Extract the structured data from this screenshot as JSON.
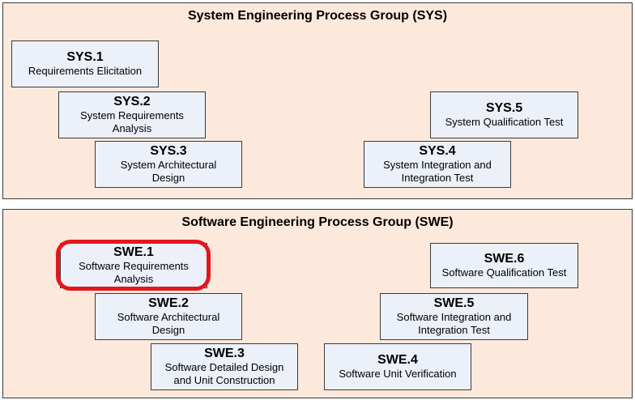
{
  "colors": {
    "group_fill": "#fce9dc",
    "process_fill": "#ebf0f9",
    "border": "#3a3a3a",
    "highlight": "#e3171c"
  },
  "sys_group": {
    "title": "System Engineering Process Group (SYS)",
    "processes": [
      {
        "id": "SYS.1",
        "name": "Requirements Elicitation"
      },
      {
        "id": "SYS.2",
        "name": "System Requirements\nAnalysis"
      },
      {
        "id": "SYS.3",
        "name": "System Architectural\nDesign"
      },
      {
        "id": "SYS.4",
        "name": "System Integration and\nIntegration Test"
      },
      {
        "id": "SYS.5",
        "name": "System Qualification Test"
      }
    ]
  },
  "swe_group": {
    "title": "Software Engineering Process Group (SWE)",
    "processes": [
      {
        "id": "SWE.1",
        "name": "Software Requirements\nAnalysis",
        "highlighted": true
      },
      {
        "id": "SWE.2",
        "name": "Software Architectural\nDesign"
      },
      {
        "id": "SWE.3",
        "name": "Software Detailed Design\nand Unit Construction"
      },
      {
        "id": "SWE.4",
        "name": "Software Unit Verification"
      },
      {
        "id": "SWE.5",
        "name": "Software Integration and\nIntegration Test"
      },
      {
        "id": "SWE.6",
        "name": "Software Qualification Test"
      }
    ]
  }
}
